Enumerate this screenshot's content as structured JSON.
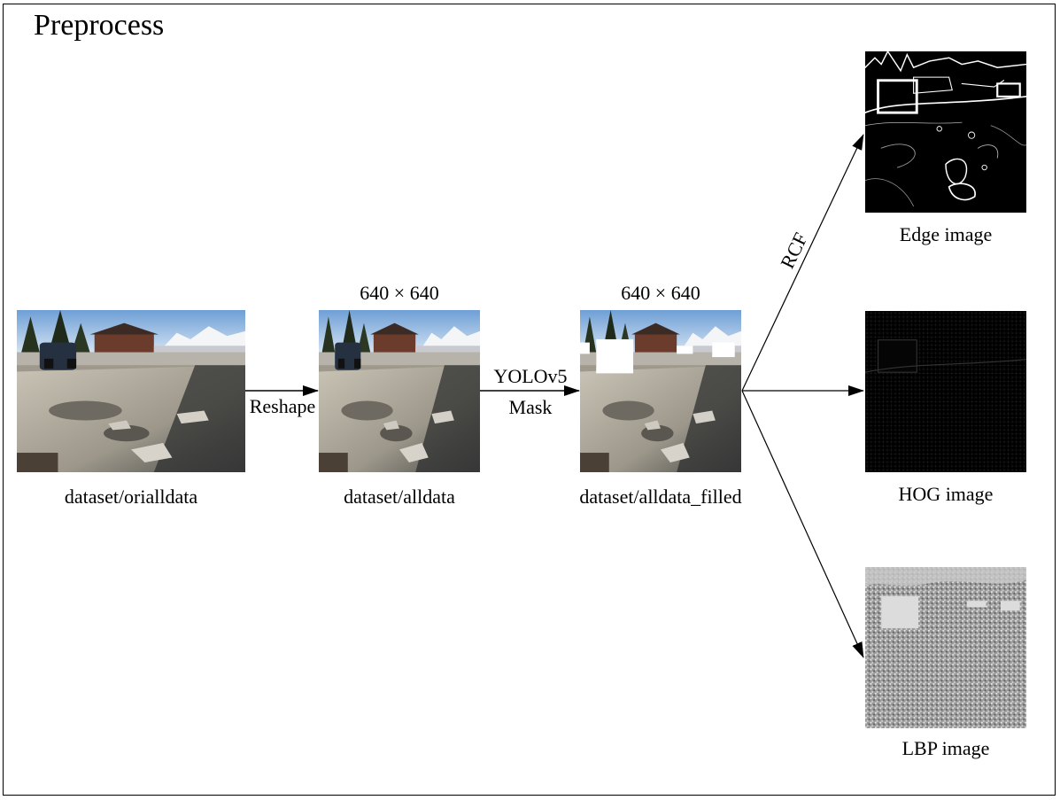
{
  "title": "Preprocess",
  "images": {
    "orig": {
      "caption": "dataset/orialldata"
    },
    "alldata": {
      "caption": "dataset/alldata",
      "size": "640 × 640"
    },
    "filled": {
      "caption": "dataset/alldata_filled",
      "size": "640 × 640"
    },
    "edge": {
      "caption": "Edge image"
    },
    "hog": {
      "caption": "HOG image"
    },
    "lbp": {
      "caption": "LBP image"
    }
  },
  "arrows": {
    "reshape": "Reshape",
    "yolo": "YOLOv5",
    "mask": "Mask",
    "rcf": "RCF"
  },
  "colors": {
    "sky": "#a9c6e6",
    "road": "#a8a396",
    "line": "#000000"
  }
}
